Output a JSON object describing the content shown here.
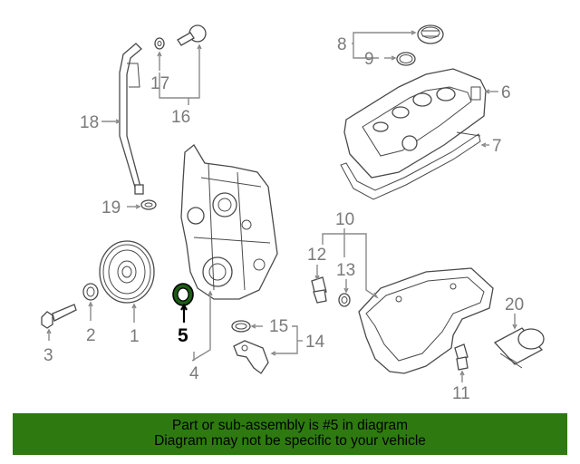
{
  "diagram": {
    "highlighted_part": "5",
    "part_labels": {
      "p1": "1",
      "p2": "2",
      "p3": "3",
      "p4": "4",
      "p5": "5",
      "p6": "6",
      "p7": "7",
      "p8": "8",
      "p9": "9",
      "p10": "10",
      "p11": "11",
      "p12": "12",
      "p13": "13",
      "p14": "14",
      "p15": "15",
      "p16": "16",
      "p17": "17",
      "p18": "18",
      "p19": "19",
      "p20": "20"
    },
    "colors": {
      "highlight": "#000000",
      "label": "#7a7a7a",
      "banner": "#2e7a10"
    }
  },
  "banner": {
    "line1": "Part or sub-assembly is #5 in diagram",
    "line2": "Diagram may not be specific to your vehicle"
  }
}
